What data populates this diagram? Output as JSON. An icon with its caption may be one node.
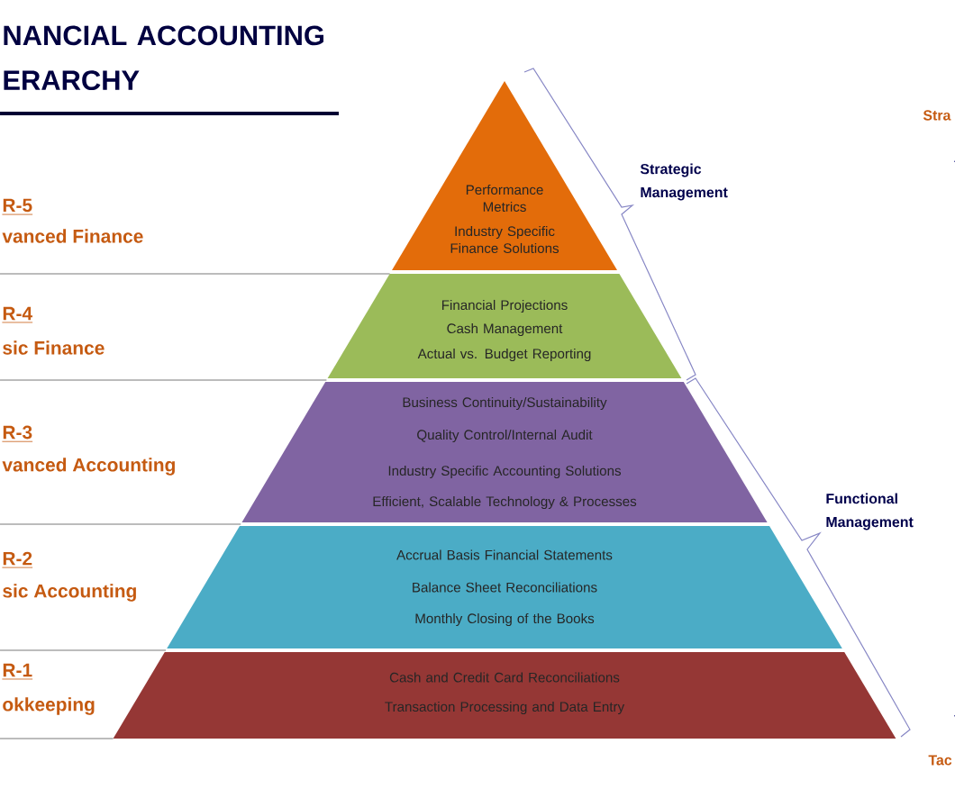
{
  "diagram": {
    "title": "NANCIAL ACCOUNTING ERARCHY",
    "nodes": [
      {
        "text": [
          "Performance Metrics",
          "Industry Specific Finance Solutions"
        ],
        "beside": [
          "R-5",
          "vanced Finance"
        ]
      },
      {
        "text": [
          "Financial Projections",
          "Cash Management",
          "Actual vs. Budget Reporting"
        ],
        "beside": [
          "R-4",
          "sic Finance"
        ]
      },
      {
        "text": [
          "Business Continuity/Sustainability",
          "Quality Control/Internal Audit",
          "Industry Specific Accounting Solutions",
          "Efficient, Scalable Technology & Processes"
        ],
        "beside": [
          "R-3",
          "vanced Accounting"
        ]
      },
      {
        "text": [
          "Accrual Basis Financial Statements",
          "Balance Sheet Reconciliations",
          "Monthly Closing of the Books"
        ],
        "beside": [
          "R-2",
          "sic Accounting"
        ]
      },
      {
        "text": [
          "Cash and Credit Card Reconciliations",
          "Transaction Processing and Data Entry"
        ],
        "beside": [
          "R-1",
          "okkeeping"
        ]
      }
    ],
    "labels": [
      "Strategic Management",
      "Functional Management",
      "Stra",
      "Tac"
    ]
  }
}
